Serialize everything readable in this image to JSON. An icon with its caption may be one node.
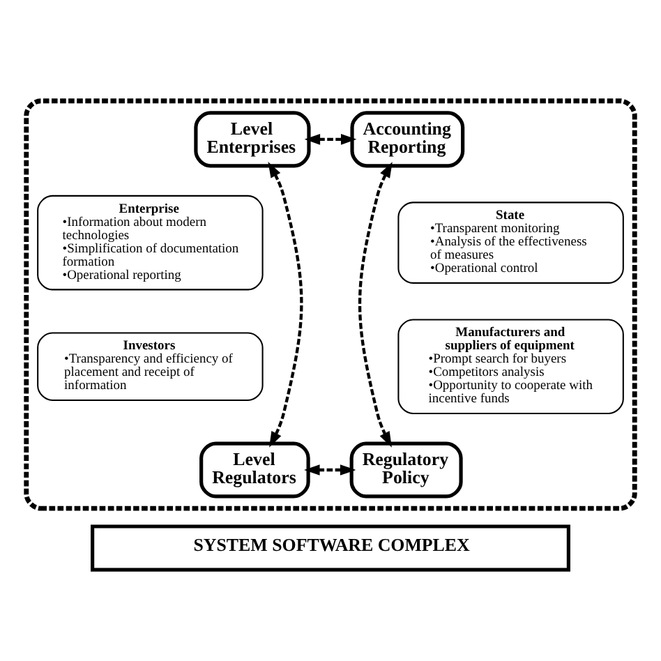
{
  "diagram": {
    "nodes": [
      {
        "text": [],
        "shape": "box"
      },
      {
        "text": [
          "Level Enterprises"
        ],
        "in": 0
      },
      {
        "text": [
          "Accounting Reporting"
        ],
        "in": 0
      },
      {
        "text": [
          "Enterprise",
          "•Information about modern technologies",
          "•Simplification of documentation formation",
          "•Operational reporting"
        ],
        "in": 0
      },
      {
        "text": [
          "State",
          "•Transparent monitoring",
          "•Analysis of the effectiveness of measures",
          "•Operational control"
        ],
        "in": 0
      },
      {
        "text": [
          "Investors",
          "•Transparency and efficiency of placement and receipt of information"
        ],
        "in": 0
      },
      {
        "text": [
          "Manufacturers and suppliers of equipment",
          "•Prompt search for buyers",
          "•Competitors analysis",
          "•Opportunity to cooperate with incentive funds"
        ],
        "in": 0
      },
      {
        "text": [
          "Level Regulators"
        ],
        "in": 0
      },
      {
        "text": [
          "Regulatory Policy"
        ],
        "in": 0
      },
      {
        "text": [
          "SYSTEM SOFTWARE COMPLEX"
        ]
      }
    ],
    "edges": [
      {
        "from": 1,
        "to": 2,
        "arrow": "both",
        "style": "dashed"
      },
      {
        "from": 1,
        "to": 7,
        "arrow": "both",
        "style": "dashed"
      },
      {
        "from": 2,
        "to": 8,
        "arrow": "both",
        "style": "dashed"
      },
      {
        "from": 7,
        "to": 8,
        "arrow": "both",
        "style": "dashed"
      }
    ]
  }
}
